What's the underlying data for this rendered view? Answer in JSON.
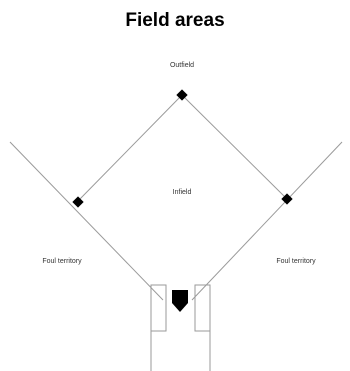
{
  "title": "Field areas",
  "labels": {
    "outfield": "Outfield",
    "infield": "Infield",
    "foul_left": "Foul territory",
    "foul_right": "Foul territory"
  },
  "colors": {
    "line": "#9a9a9a",
    "marker": "#000000",
    "text": "#333333"
  }
}
